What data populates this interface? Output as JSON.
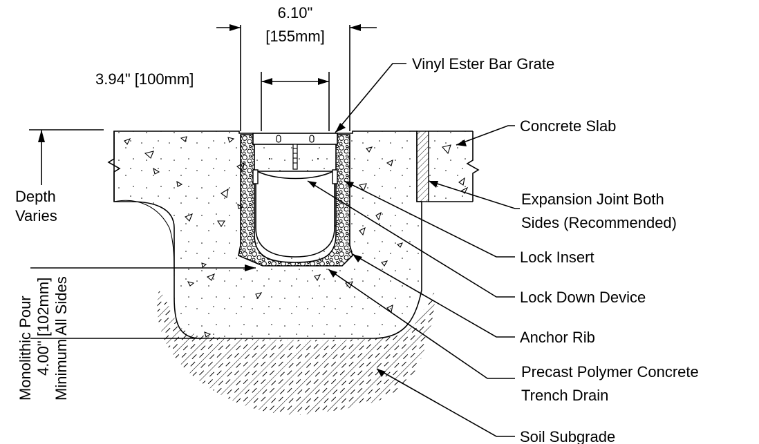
{
  "dimensions": {
    "top_width_line1": "6.10\"",
    "top_width_line2": "[155mm]",
    "side_clearance": "3.94\" [100mm]",
    "depth_line1": "Depth",
    "depth_line2": "Varies",
    "monolithic_line1": "Monolithic Pour",
    "monolithic_line2": "4.00\" [102mm]",
    "monolithic_line3": "Minimum All Sides"
  },
  "callouts": {
    "grate": "Vinyl Ester Bar Grate",
    "slab": "Concrete Slab",
    "expansion_line1": "Expansion Joint Both",
    "expansion_line2": "Sides (Recommended)",
    "lock_insert": "Lock Insert",
    "lock_down": "Lock Down Device",
    "anchor_rib": "Anchor Rib",
    "precast_line1": "Precast Polymer Concrete",
    "precast_line2": "Trench Drain",
    "soil": "Soil Subgrade"
  }
}
